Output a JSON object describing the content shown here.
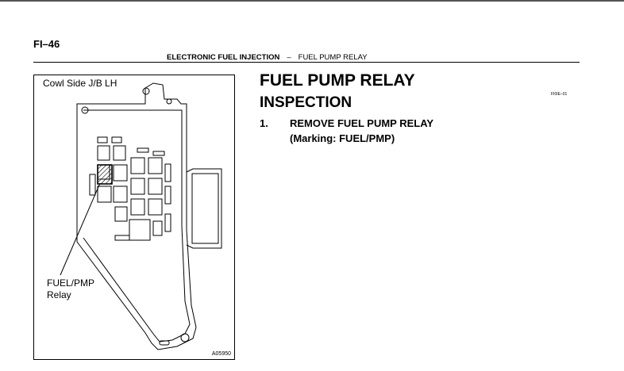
{
  "page": {
    "number": "FI–46",
    "section": "ELECTRONIC FUEL INJECTION",
    "separator": "–",
    "topic": "FUEL PUMP RELAY"
  },
  "figure": {
    "title": "Cowl Side J/B LH",
    "callout_line1": "FUEL/PMP",
    "callout_line2": "Relay",
    "code": "A05950"
  },
  "content": {
    "title": "FUEL PUMP RELAY",
    "subtitle": "INSPECTION",
    "doc_code": "FI0IE–01",
    "steps": [
      {
        "number": "1.",
        "line1": "REMOVE FUEL PUMP RELAY",
        "line2": "(Marking: FUEL/PMP)"
      }
    ]
  }
}
